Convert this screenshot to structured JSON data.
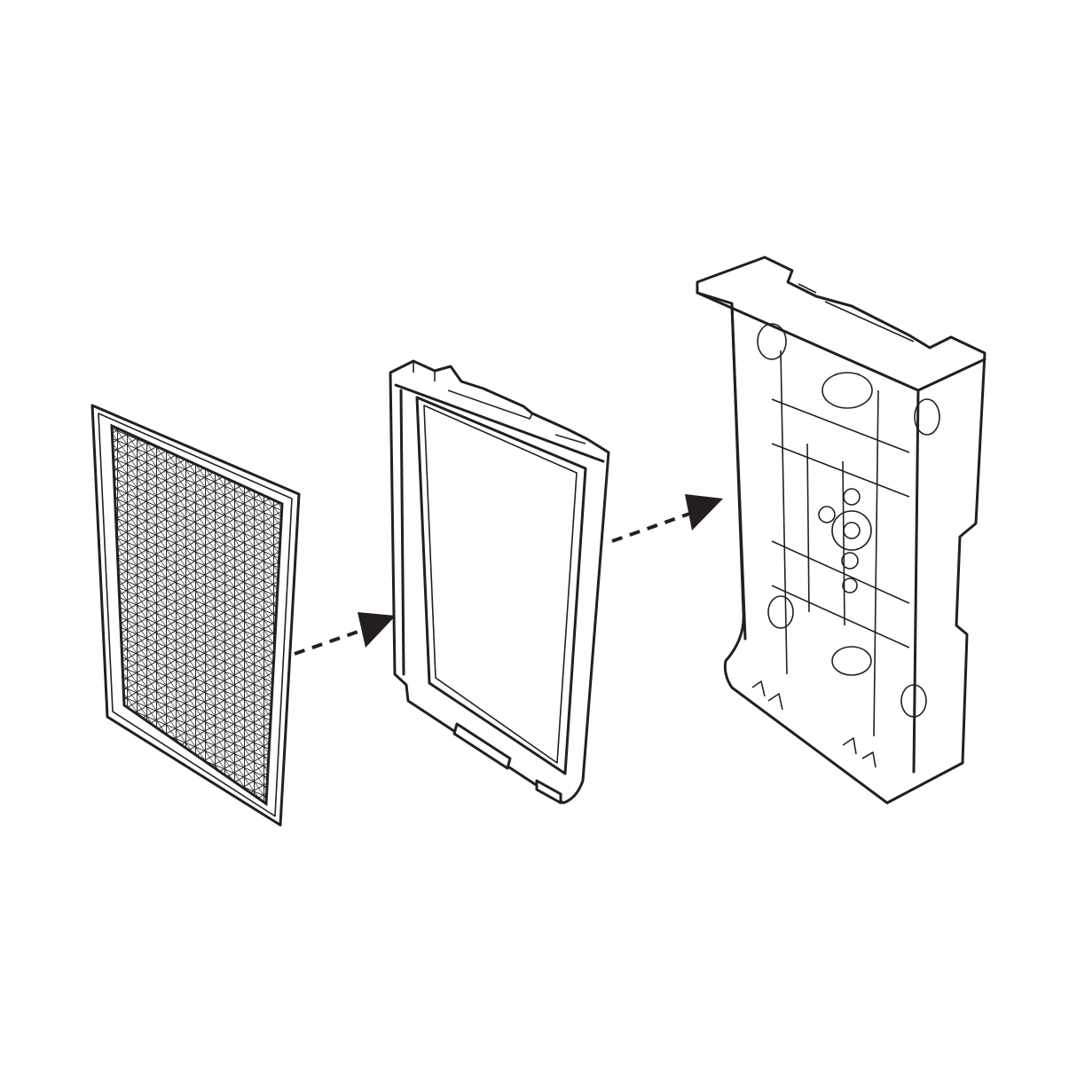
{
  "diagram": {
    "type": "exploded-assembly",
    "parts": [
      "filter-grid-panel",
      "filter-frame",
      "housing"
    ],
    "arrows": 2
  },
  "colors": {
    "stroke": "#231f20",
    "background": "#ffffff"
  }
}
